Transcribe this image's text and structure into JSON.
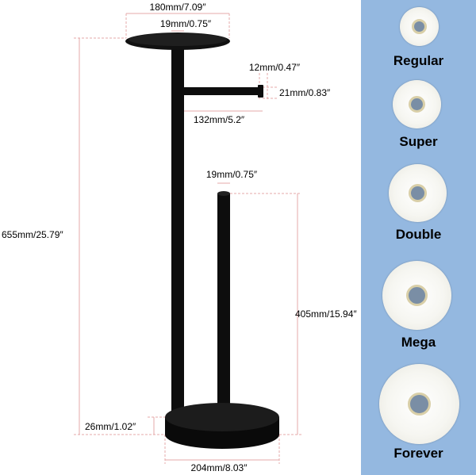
{
  "dimensions": {
    "top_width": "180mm/7.09″",
    "top_pole_diameter": "19mm/0.75″",
    "arm_end_thickness": "12mm/0.47″",
    "arm_end_diameter": "21mm/0.83″",
    "arm_length": "132mm/5.2″",
    "pole_diameter": "19mm/0.75″",
    "total_height": "655mm/25.79″",
    "spare_pole_height": "405mm/15.94″",
    "base_thickness": "26mm/1.02″",
    "base_diameter": "204mm/8.03″"
  },
  "roll_sizes": [
    "Regular",
    "Super",
    "Double",
    "Mega",
    "Forever"
  ],
  "colors": {
    "panel": "#94b8e0",
    "stand": "#0d0d0d",
    "dimension_lines": "#e4a9a9"
  }
}
